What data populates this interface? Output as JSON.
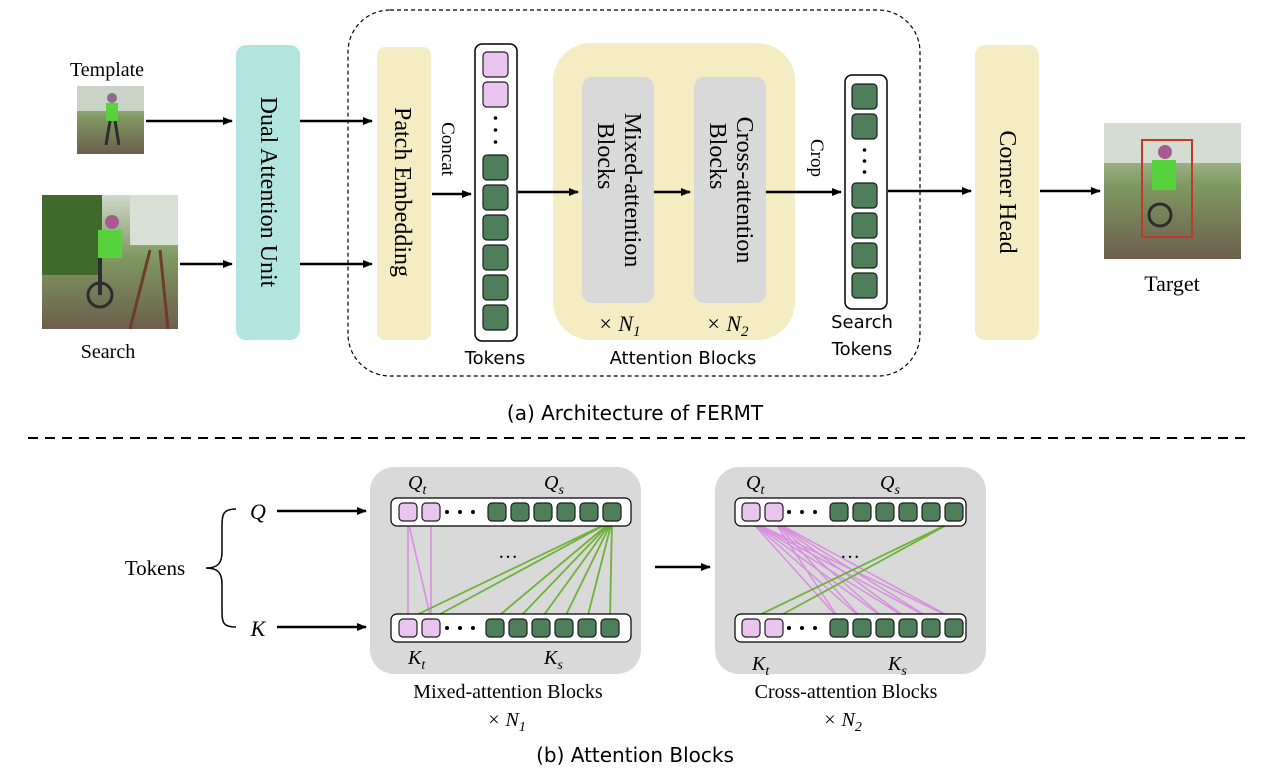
{
  "colors": {
    "teal": "#b3e5e0",
    "yellow": "#f4ecc2",
    "gray_block": "#d9d9d9",
    "token_pink": "#e9c4ee",
    "token_green": "#4e7e5a",
    "line_pink": "#d98ee0",
    "line_green": "#6fb13a",
    "bbox_red": "#c0392b"
  },
  "part_a": {
    "template_label": "Template",
    "search_label": "Search",
    "dual_attention_label": "Dual Attention Unit",
    "patch_embedding_label": "Patch Embedding",
    "concat_label": "Concat",
    "tokens_label": "Tokens",
    "mixed_block_label_1": "Mixed-attention",
    "mixed_block_label_2": "Blocks",
    "cross_block_label_1": "Cross-attention",
    "cross_block_label_2": "Blocks",
    "mixed_repeat_label": "× N",
    "mixed_repeat_sub": "1",
    "cross_repeat_label": "× N",
    "cross_repeat_sub": "2",
    "attention_blocks_label": "Attention Blocks",
    "crop_label": "Crop",
    "search_tokens_label_1": "Search",
    "search_tokens_label_2": "Tokens",
    "corner_head_label": "Corner Head",
    "target_label": "Target",
    "caption": "(a) Architecture of FERMT"
  },
  "part_b": {
    "tokens_label": "Tokens",
    "q_label": "Q",
    "k_label": "K",
    "qt_label": "Q",
    "qt_sub": "t",
    "qs_label": "Q",
    "qs_sub": "s",
    "kt_label": "K",
    "kt_sub": "t",
    "ks_label": "K",
    "ks_sub": "s",
    "mixed_label": "Mixed-attention Blocks",
    "mixed_repeat": "× N",
    "mixed_repeat_sub": "1",
    "cross_label": "Cross-attention Blocks",
    "cross_repeat": "× N",
    "cross_repeat_sub": "2",
    "caption": "(b) Attention Blocks"
  },
  "icons": [
    "arrow",
    "brace",
    "ellipsis-dots"
  ]
}
